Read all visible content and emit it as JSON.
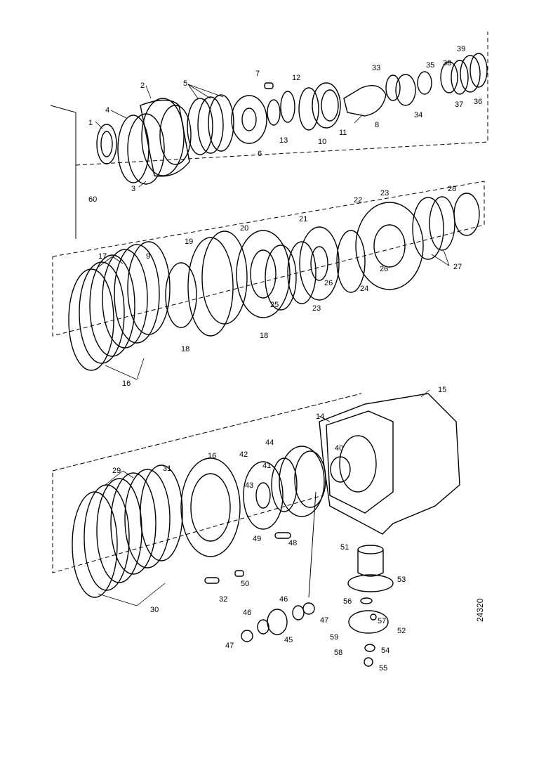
{
  "figure_number": "24320",
  "callouts": {
    "n1": "1",
    "n2": "2",
    "n3": "3",
    "n4": "4",
    "n5": "5",
    "n6": "6",
    "n7": "7",
    "n8a": "8",
    "n8b": "8",
    "n9": "9",
    "n10": "10",
    "n11": "11",
    "n12": "12",
    "n13": "13",
    "n14": "14",
    "n15": "15",
    "n16a": "16",
    "n16b": "16",
    "n17": "17",
    "n18a": "18",
    "n18b": "18",
    "n19": "19",
    "n20": "20",
    "n21": "21",
    "n22": "22",
    "n23a": "23",
    "n23b": "23",
    "n24": "24",
    "n25": "25",
    "n26a": "26",
    "n26b": "26",
    "n27": "27",
    "n28": "28",
    "n29": "29",
    "n30": "30",
    "n31": "31",
    "n32": "32",
    "n33": "33",
    "n34": "34",
    "n35": "35",
    "n36": "36",
    "n37": "37",
    "n38": "38",
    "n39": "39",
    "n40": "40",
    "n41": "41",
    "n42": "42",
    "n43": "43",
    "n44": "44",
    "n45": "45",
    "n46a": "46",
    "n46b": "46",
    "n47a": "47",
    "n47b": "47",
    "n48": "48",
    "n49": "49",
    "n50": "50",
    "n51": "51",
    "n52": "52",
    "n53": "53",
    "n54": "54",
    "n55": "55",
    "n56": "56",
    "n57": "57",
    "n58": "58",
    "n59": "59",
    "n60": "60"
  }
}
